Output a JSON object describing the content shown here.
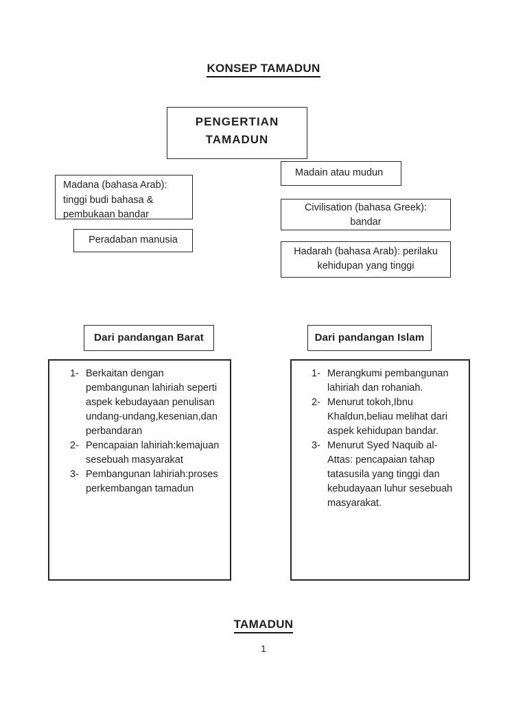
{
  "doc": {
    "title": "KONSEP TAMADUN",
    "footer_title": "TAMADUN",
    "page_number": "1"
  },
  "boxes": {
    "pengertian": {
      "lines": [
        "PENGERTIAN",
        "TAMADUN"
      ]
    },
    "madain": {
      "text": "Madain atau mudun"
    },
    "madana": {
      "lines": [
        "Madana (bahasa Arab):",
        "tinggi budi bahasa &",
        "pembukaan bandar"
      ]
    },
    "peradaban": {
      "text": "Peradaban manusia"
    },
    "civilisation": {
      "lines": [
        "Civilisation (bahasa Greek):",
        "bandar"
      ]
    },
    "hadarah": {
      "lines": [
        "Hadarah (bahasa Arab): perilaku",
        "kehidupan yang tinggi"
      ]
    }
  },
  "views": {
    "barat": {
      "header": "Dari pandangan Barat",
      "items": [
        {
          "num": "1-",
          "text": "Berkaitan dengan pembangunan lahiriah seperti aspek kebudayaan penulisan undang-undang,kesenian,dan perbandaran"
        },
        {
          "num": "2-",
          "text": "Pencapaian lahiriah:kemajuan sesebuah masyarakat"
        },
        {
          "num": "3-",
          "text": "Pembangunan lahiriah:proses perkembangan tamadun"
        }
      ]
    },
    "islam": {
      "header": "Dari pandangan Islam",
      "items": [
        {
          "num": "1-",
          "text": "Merangkumi pembangunan lahiriah dan rohaniah."
        },
        {
          "num": "2-",
          "text": "Menurut tokoh,Ibnu Khaldun,beliau melihat dari aspek kehidupan bandar."
        },
        {
          "num": "3-",
          "text": "Menurut Syed Naquib al-Attas: pencapaian tahap tatasusila yang tinggi dan kebudayaan luhur sesebuah masyarakat."
        }
      ]
    }
  },
  "colors": {
    "text": "#1f1f1f",
    "border": "#262626",
    "page_background": "#ffffff"
  }
}
